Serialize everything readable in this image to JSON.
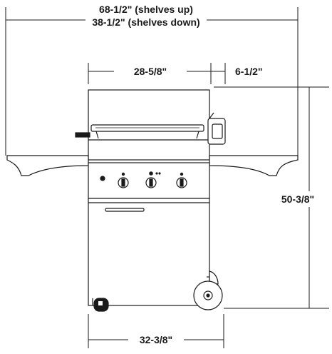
{
  "dimensions": {
    "overall_width_up": "68-1/2\" (shelves up)",
    "overall_width_down": "38-1/2\" (shelves down)",
    "hood_width": "28-5/8\"",
    "side_offset": "6-1/2\"",
    "height": "50-3/8\"",
    "cart_width": "32-3/8\""
  },
  "colors": {
    "line": "#1a1a1a",
    "fill": "#ffffff",
    "accent": "#cfcfcf"
  }
}
